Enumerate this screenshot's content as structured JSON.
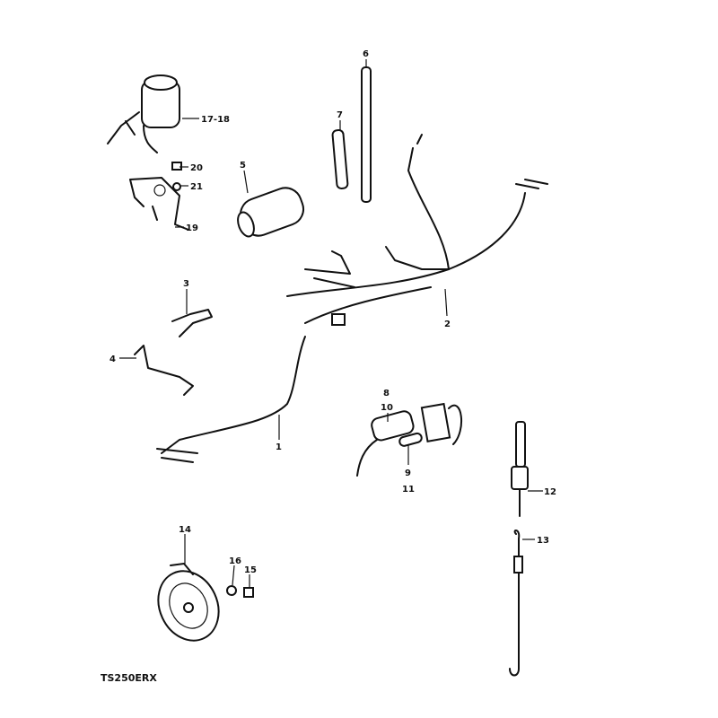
{
  "diagram": {
    "model_code": "TS250ERX",
    "callouts": {
      "p1": "1",
      "p2": "2",
      "p3": "3",
      "p4": "4",
      "p5": "5",
      "p6": "6",
      "p7": "7",
      "p8": "8",
      "p10": "10",
      "p9": "9",
      "p11": "11",
      "p12": "12",
      "p13": "13",
      "p14": "14",
      "p15": "15",
      "p16": "16",
      "p17_18": "17-18",
      "p19": "19",
      "p20": "20",
      "p21": "21"
    }
  }
}
